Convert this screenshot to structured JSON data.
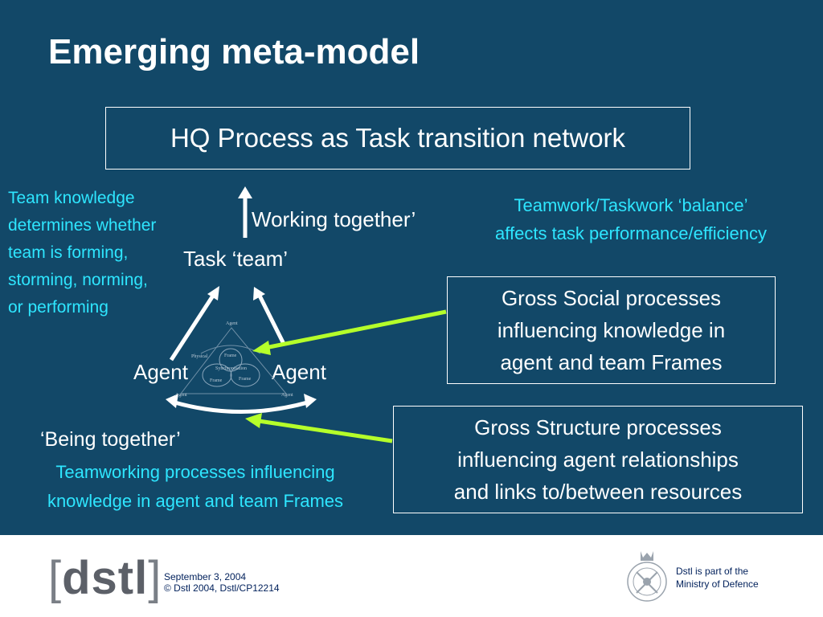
{
  "slide": {
    "title": "Emerging meta-model",
    "top_box": "HQ Process as Task transition network",
    "team_knowledge": [
      "Team knowledge",
      "determines whether",
      "team is forming,",
      "storming, norming,",
      "or performing"
    ],
    "balance": [
      "Teamwork/Taskwork ‘balance’",
      "affects task performance/efficiency"
    ],
    "working_together": "Working together’",
    "task_team": "Task ‘team’",
    "agent_left": "Agent",
    "agent_right": "Agent",
    "social_box": [
      "Gross Social processes",
      "influencing knowledge in",
      "agent and team Frames"
    ],
    "structure_box": [
      "Gross Structure processes",
      "influencing agent relationships",
      "and links to/between resources"
    ],
    "being_together": "‘Being together’",
    "teamworking": [
      "Teamworking processes influencing",
      "knowledge in agent and team Frames"
    ],
    "mini_diagram": {
      "agent_top": "Agent",
      "physical": "Physical",
      "frame_top": "Frame",
      "synchronisation": "Synchronisation",
      "frame_left": "Frame",
      "frame_right": "Frame",
      "agent_bl": "Agent",
      "agent_br": "Agent"
    },
    "colors": {
      "background": "#124868",
      "accent_cyan": "#2ee6ff",
      "arrow_green": "#b5ff2a"
    }
  },
  "footer": {
    "logo": "dstl",
    "date": "September 3, 2004",
    "copyright": "© Dstl 2004, Dstl/CP12214",
    "mod_line1": "Dstl is part of the",
    "mod_line2": "Ministry of Defence",
    "crest_icon": "mod-crest-icon"
  }
}
